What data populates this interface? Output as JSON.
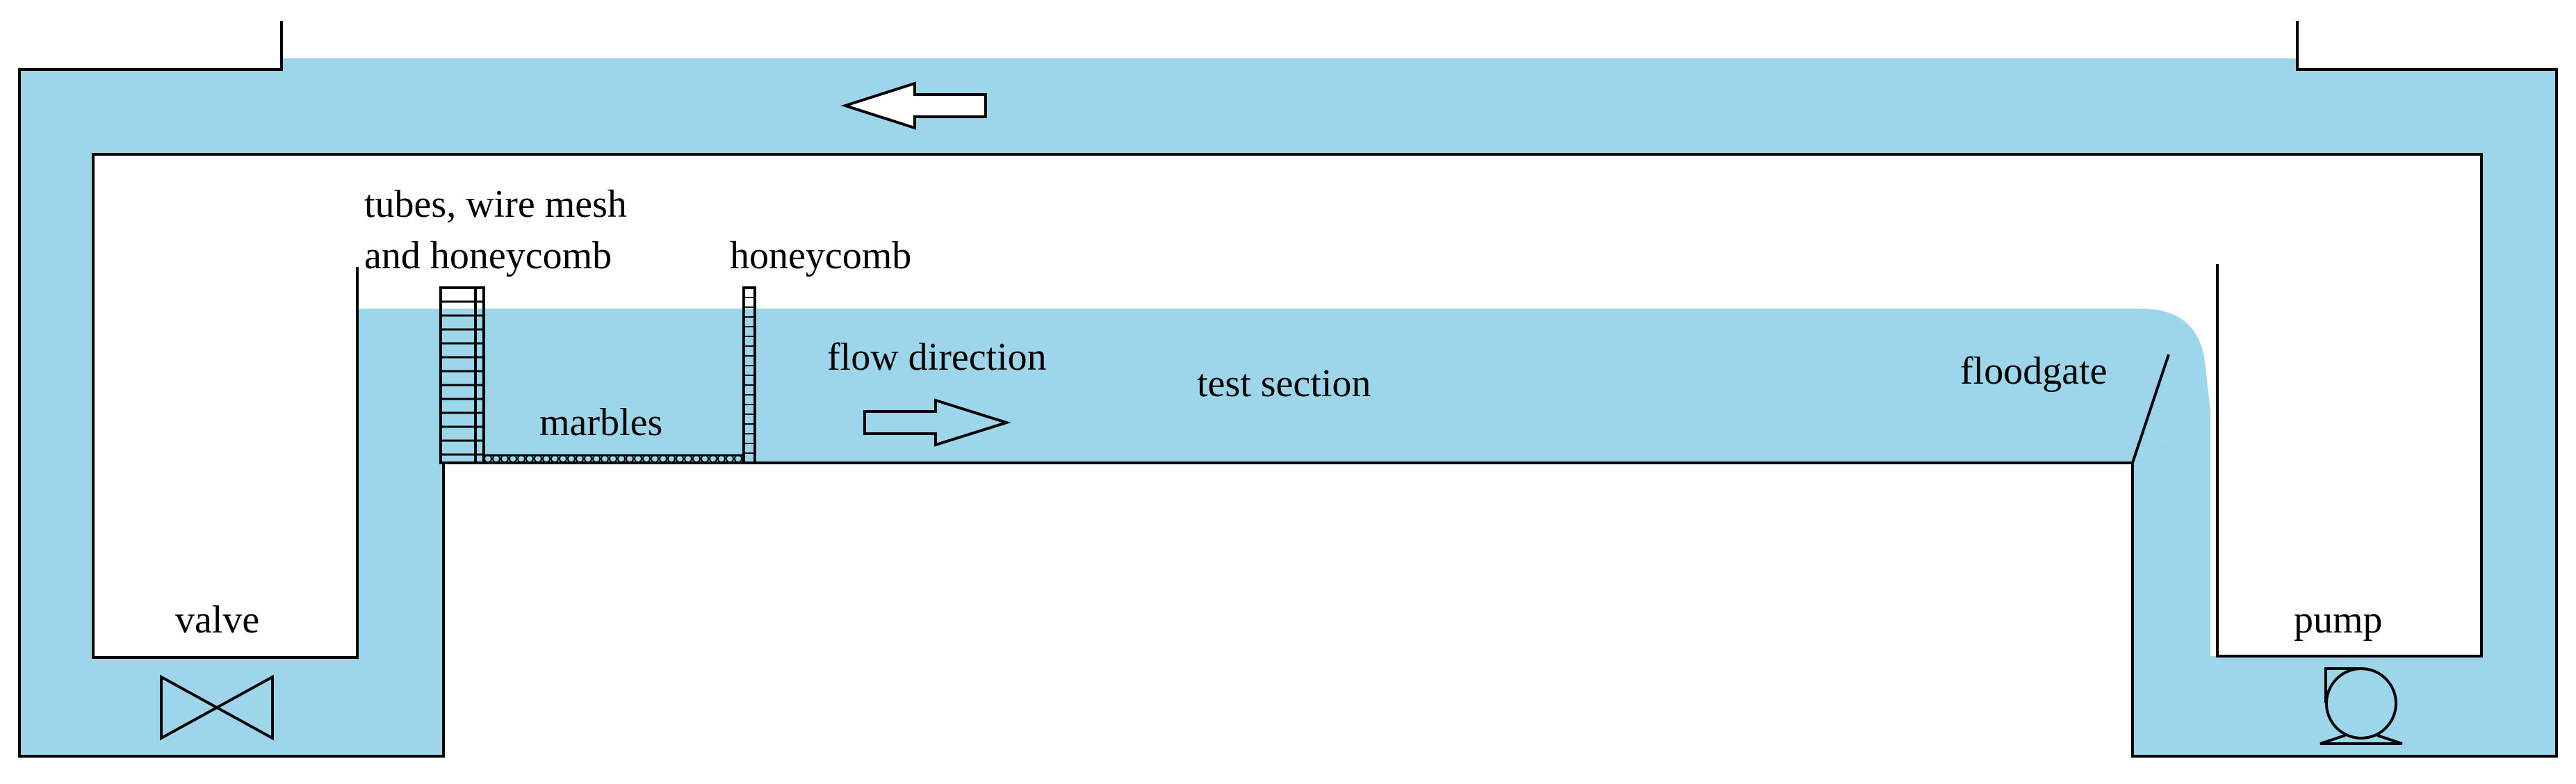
{
  "labels": {
    "tubes_line1": "tubes, wire mesh",
    "tubes_line2": "and honeycomb",
    "honeycomb": "honeycomb",
    "flow_direction": "flow direction",
    "test_section": "test section",
    "marbles": "marbles",
    "floodgate": "floodgate",
    "valve": "valve",
    "pump": "pump"
  },
  "colors": {
    "water": "#9dd6ea",
    "line": "#000000",
    "background": "#ffffff"
  },
  "icons": {
    "valve": "bowtie-valve-icon",
    "pump": "centrifugal-pump-icon",
    "flow_arrow": "hollow-arrow-icon"
  }
}
